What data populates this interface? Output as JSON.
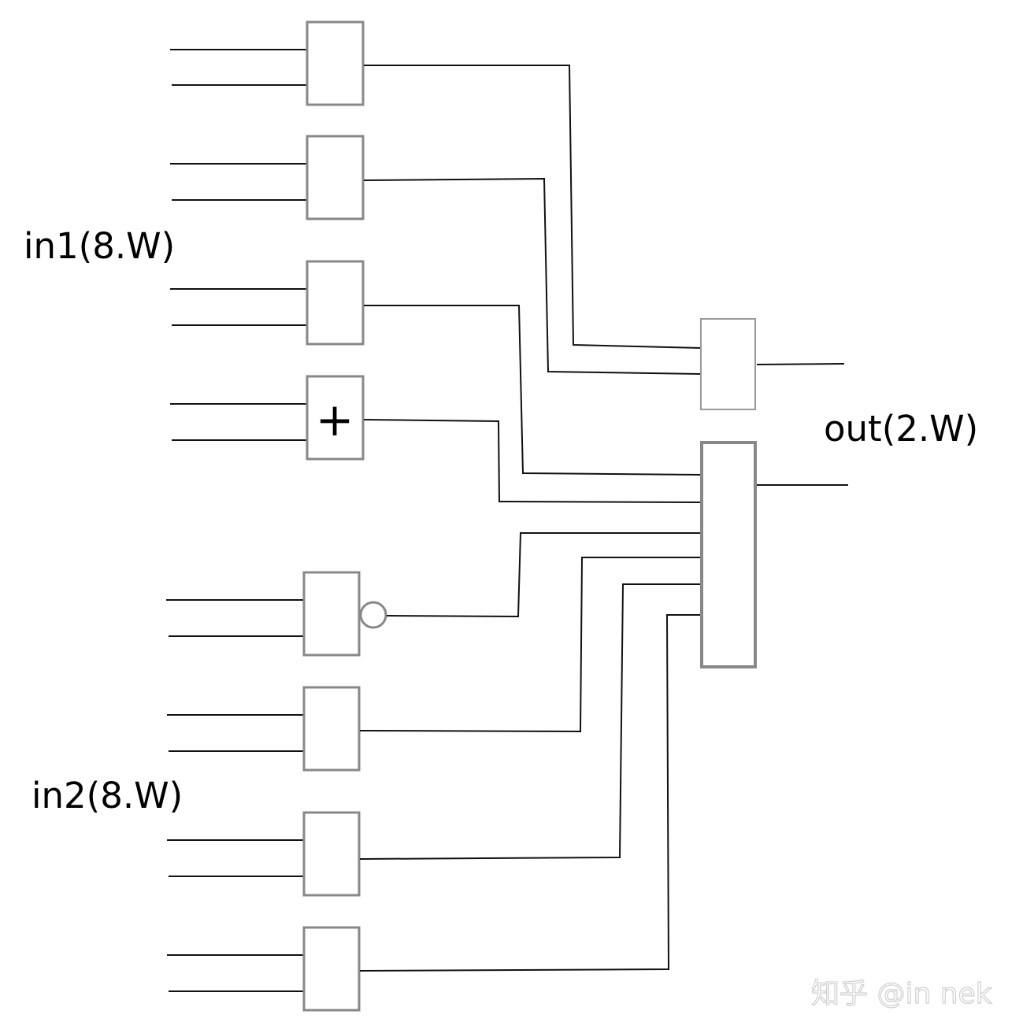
{
  "labels": {
    "in1": "in1(8.W)",
    "in2": "in2(8.W)",
    "out": "out(2.W)"
  },
  "gate_symbols": {
    "adder": "+"
  },
  "watermark": "知乎 @in nek"
}
